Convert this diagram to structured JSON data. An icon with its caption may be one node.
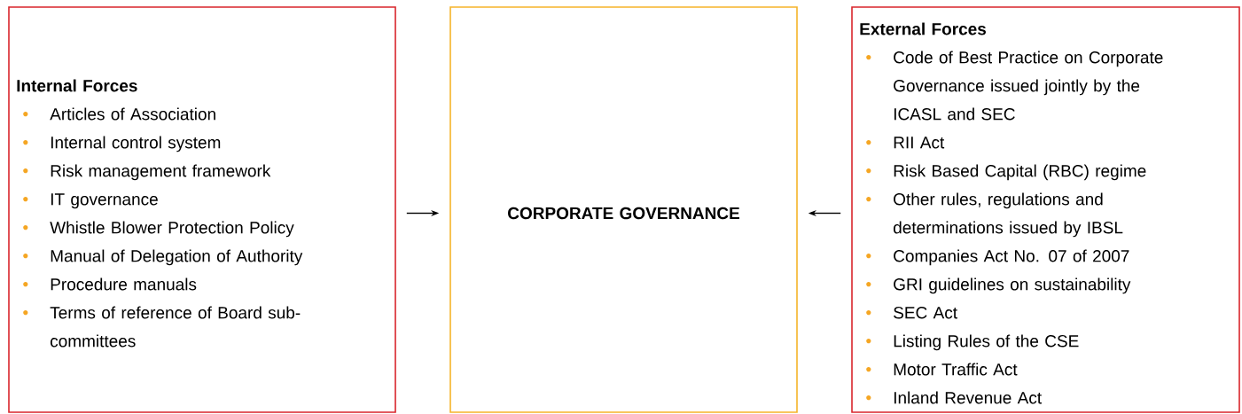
{
  "diagram": {
    "nodes": [
      {
        "text": [
          "Internal Forces",
          "Articles of Association",
          "Internal control system",
          "Risk management framework",
          "IT governance",
          "Whistle Blower Protection Policy",
          "Manual of Delegation of Authority",
          "Procedure manuals",
          "Terms of reference of Board sub-committees"
        ]
      },
      {
        "text": [
          "CORPORATE GOVERNANCE"
        ]
      },
      {
        "text": [
          "External Forces",
          "Code of Best Practice on Corporate Governance issued jointly by the ICASL and SEC",
          "RII Act",
          "Risk Based Capital (RBC) regime",
          "Other rules, regulations and determinations issued by IBSL",
          "Companies Act No. 07 of 2007",
          "GRI guidelines on sustainability",
          "SEC Act",
          "Listing Rules of the CSE",
          "Motor Traffic Act",
          "Inland Revenue Act"
        ]
      }
    ],
    "edges": [
      {
        "from": 0,
        "to": 1,
        "arrow": "to"
      },
      {
        "from": 2,
        "to": 1,
        "arrow": "to"
      }
    ]
  }
}
